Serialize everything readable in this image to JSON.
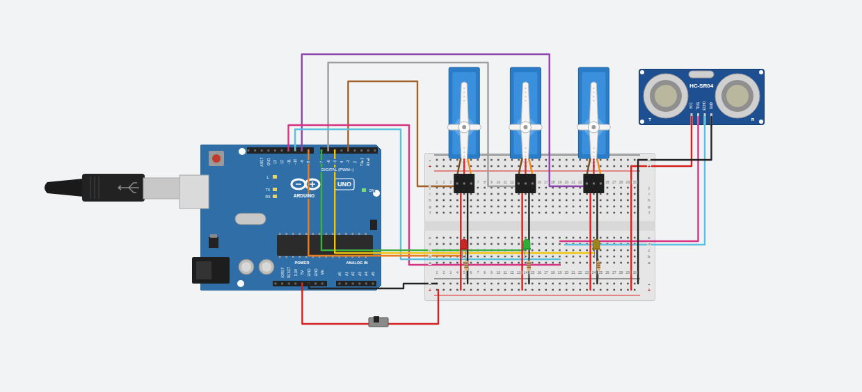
{
  "diagram": {
    "nodes": [
      {
        "text": [
          "ARDUINO",
          "UNO",
          "AREF",
          "GND",
          "13",
          "12",
          "~11",
          "~10",
          "~9",
          "8",
          "7",
          "~6",
          "~5",
          "4",
          "~3",
          "2",
          "TX▸1",
          "RX◂0",
          "DIGITAL (PWM~)",
          "L",
          "TX",
          "RX",
          "ON",
          "IOREF",
          "RESET",
          "3.3V",
          "5V",
          "GND",
          "GND",
          "Vin",
          "POWER",
          "ANALOG IN",
          "A0",
          "A1",
          "A2",
          "A3",
          "A4",
          "A5"
        ]
      },
      {
        "text": [
          "-",
          "+",
          "-",
          "+",
          "1",
          "2",
          "3",
          "7",
          "8",
          "9",
          "10",
          "11",
          "12",
          "16",
          "17",
          "18",
          "19",
          "20",
          "21",
          "22",
          "26",
          "27",
          "28",
          "29",
          "30",
          "j",
          "i",
          "h",
          "g",
          "f",
          "j",
          "i",
          "h",
          "g",
          "f",
          "e",
          "d",
          "c",
          "b",
          "a",
          "e",
          "d",
          "c",
          "b",
          "a",
          "1",
          "2",
          "3",
          "4",
          "5",
          "6",
          "7",
          "8",
          "9",
          "10",
          "11",
          "12",
          "13",
          "14",
          "15",
          "16",
          "17",
          "18",
          "19",
          "20",
          "21",
          "22",
          "23",
          "24",
          "25",
          "26",
          "27",
          "28",
          "29",
          "30",
          "-",
          "+",
          "-",
          "+"
        ]
      },
      {
        "text": [
          "HC-SR04",
          "VCC",
          "TRIG",
          "ECHO",
          "GND",
          "T",
          "R"
        ]
      }
    ],
    "edges": [
      {
        "from": 0,
        "to": 1,
        "arrow": "none"
      },
      {
        "from": 0,
        "to": 1,
        "arrow": "none"
      },
      {
        "from": 0,
        "to": 1,
        "arrow": "none"
      },
      {
        "from": 0,
        "to": 1,
        "arrow": "none"
      },
      {
        "from": 0,
        "to": 1,
        "arrow": "none"
      },
      {
        "from": 0,
        "to": 1,
        "arrow": "none"
      },
      {
        "from": 0,
        "to": 1,
        "arrow": "none"
      },
      {
        "from": 0,
        "to": 1,
        "arrow": "none"
      },
      {
        "from": 0,
        "to": 1,
        "arrow": "none"
      },
      {
        "from": 0,
        "to": 1,
        "arrow": "none"
      },
      {
        "from": 2,
        "to": 1,
        "arrow": "none"
      },
      {
        "from": 2,
        "to": 1,
        "arrow": "none"
      },
      {
        "from": 2,
        "to": 1,
        "arrow": "none"
      },
      {
        "from": 2,
        "to": 1,
        "arrow": "none"
      }
    ]
  }
}
